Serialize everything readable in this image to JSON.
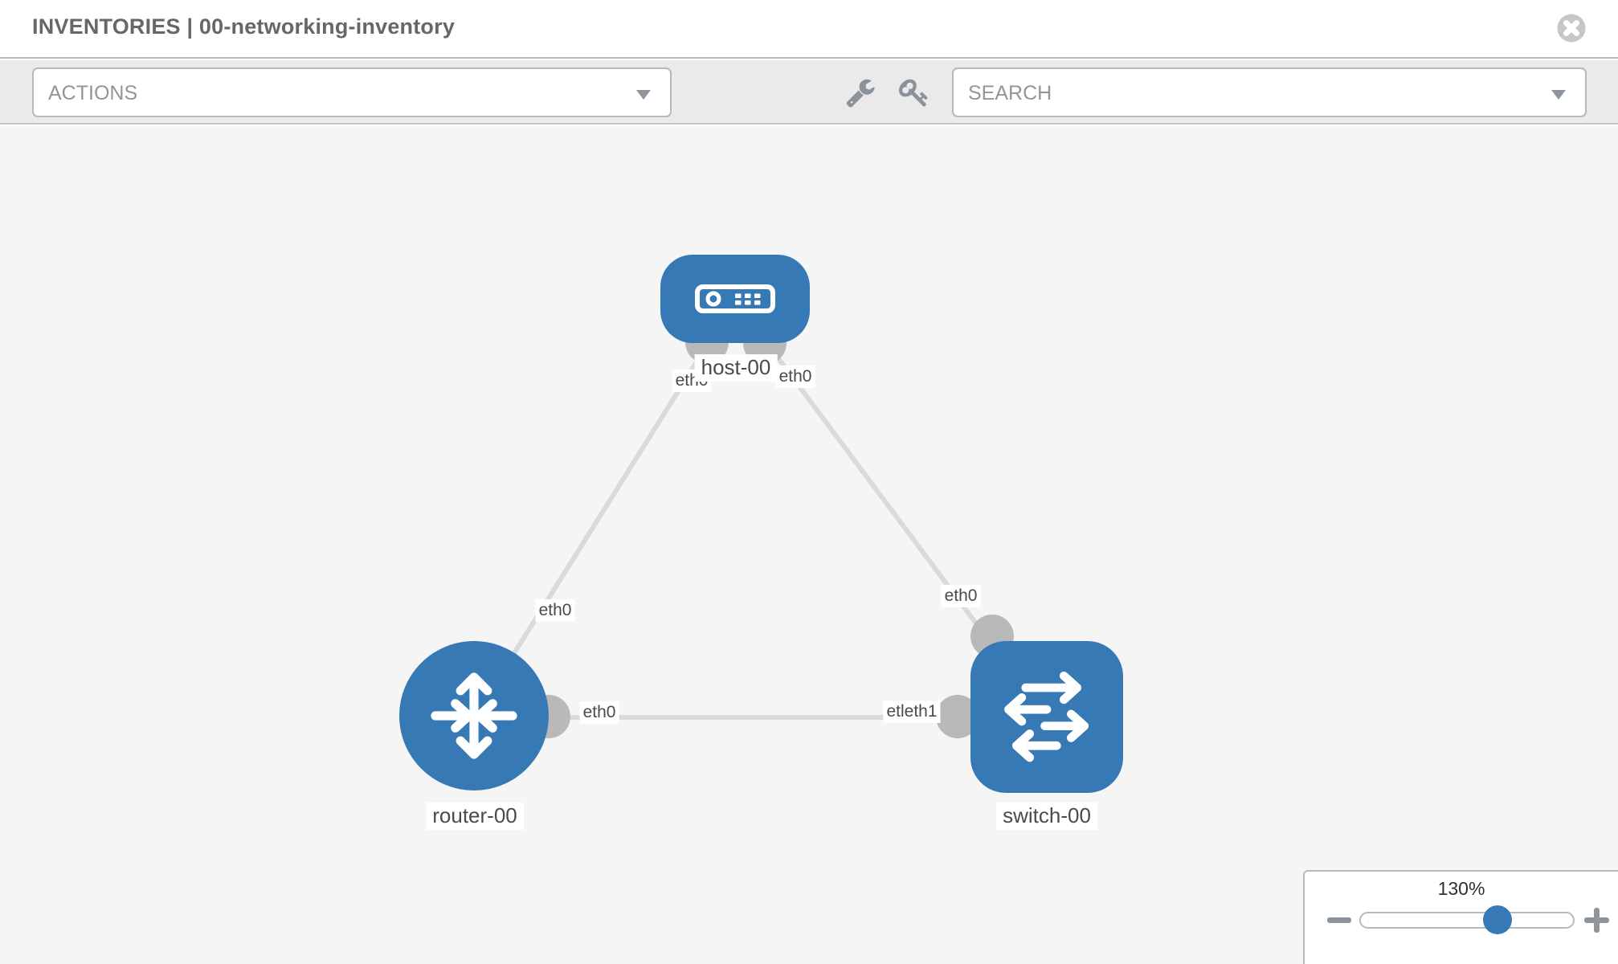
{
  "header": {
    "title": "INVENTORIES | 00-networking-inventory"
  },
  "toolbar": {
    "actions": {
      "label": "ACTIONS"
    },
    "search": {
      "label": "SEARCH"
    },
    "tools": [
      {
        "icon": "wrench-icon"
      },
      {
        "icon": "key-icon"
      }
    ]
  },
  "canvas": {
    "nodes": [
      {
        "id": "host-00",
        "type": "host",
        "label": "host-00",
        "icon": "host-icon"
      },
      {
        "id": "router-00",
        "type": "router",
        "label": "router-00",
        "icon": "router-icon"
      },
      {
        "id": "switch-00",
        "type": "switch",
        "label": "switch-00",
        "icon": "switch-icon"
      }
    ],
    "links": [
      {
        "from": "router-00",
        "to": "host-00",
        "mid_label": "eth0",
        "to_end_label": "eth0"
      },
      {
        "from": "host-00",
        "to": "switch-00",
        "from_end_label": "eth0",
        "mid_label": "eth0"
      },
      {
        "from": "router-00",
        "to": "switch-00",
        "from_end_label": "eth0",
        "to_end_label": "etleth1"
      }
    ],
    "labels": {
      "host_name": "host-00",
      "router_name": "router-00",
      "switch_name": "switch-00",
      "host_if_left": "eth0",
      "host_if_right": "eth0",
      "link_router_host_mid": "eth0",
      "link_host_switch_mid": "eth0",
      "link_router_switch_left": "eth0",
      "link_router_switch_right": "etleth1"
    }
  },
  "zoom_control": {
    "value": "130%",
    "percent": 64
  },
  "colors": {
    "node_blue": "#3779b5",
    "link_gray": "#dadada",
    "marker_gray": "#b9b9b9",
    "toolbar_gray": "#eaeaea",
    "canvas_gray": "#f5f5f6",
    "text_gray": "#676767"
  }
}
